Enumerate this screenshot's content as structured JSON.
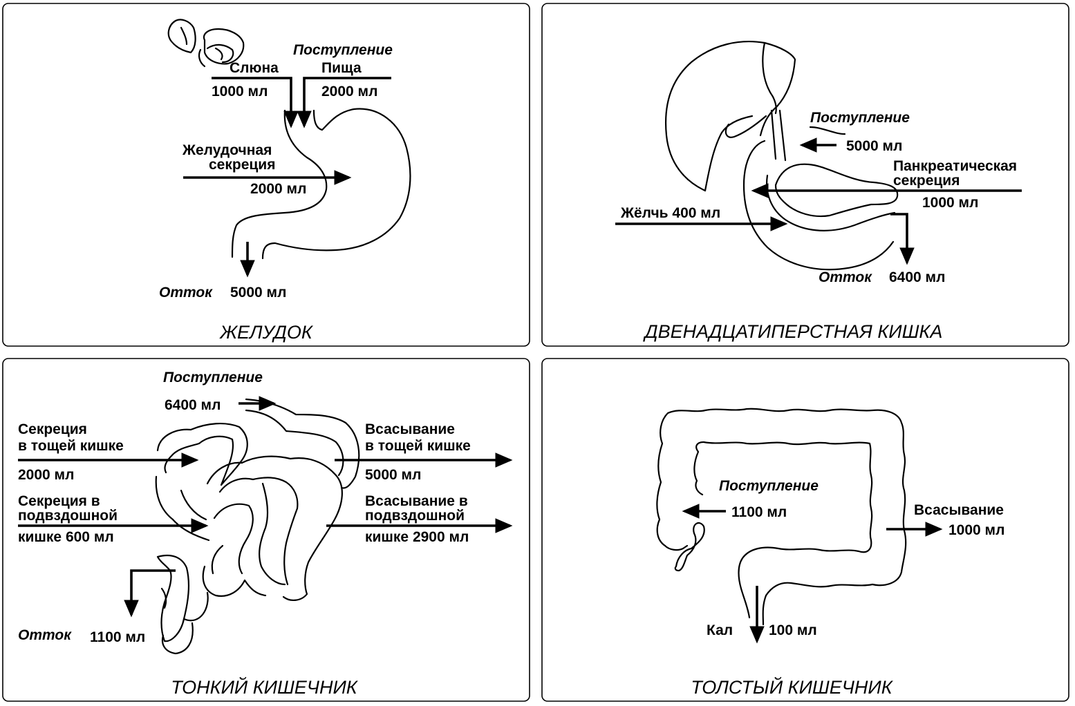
{
  "stomach": {
    "title": "ЖЕЛУДОК",
    "inflow": "Поступление",
    "saliva": "Слюна",
    "saliva_ml": "1000 мл",
    "food": "Пища",
    "food_ml": "2000 мл",
    "secretion_1": "Желудочная",
    "secretion_2": "секреция",
    "secretion_ml": "2000 мл",
    "outflow": "Отток",
    "outflow_ml": "5000 мл"
  },
  "duodenum": {
    "title": "ДВЕНАДЦАТИПЕРСТНАЯ  КИШКА",
    "inflow": "Поступление",
    "inflow_ml": "5000 мл",
    "pancreatic_1": "Панкреатическая",
    "pancreatic_2": "секреция",
    "pancreatic_ml": "1000 мл",
    "bile": "Жёлчь 400 мл",
    "outflow": "Отток",
    "outflow_ml": "6400 мл"
  },
  "small_intestine": {
    "title": "ТОНКИЙ  КИШЕЧНИК",
    "inflow": "Поступление",
    "inflow_ml": "6400 мл",
    "jejunum_secretion_1": "Секреция",
    "jejunum_secretion_2": "в  тощей  кишке",
    "jejunum_secretion_ml": "2000 мл",
    "ileum_secretion_1": "Секреция  в",
    "ileum_secretion_2": "подвздошной",
    "ileum_secretion_3": "кишке  600 мл",
    "jejunum_absorption_1": "Всасывание",
    "jejunum_absorption_2": "в  тощей  кишке",
    "jejunum_absorption_ml": "5000 мл",
    "ileum_absorption_1": "Всасывание  в",
    "ileum_absorption_2": "подвздошной",
    "ileum_absorption_3": "кишке  2900 мл",
    "outflow": "Отток",
    "outflow_ml": "1100 мл"
  },
  "large_intestine": {
    "title": "ТОЛСТЫЙ  КИШЕЧНИК",
    "inflow": "Поступление",
    "inflow_ml": "1100 мл",
    "absorption": "Всасывание",
    "absorption_ml": "1000 мл",
    "feces": "Кал",
    "feces_ml": "100 мл"
  }
}
